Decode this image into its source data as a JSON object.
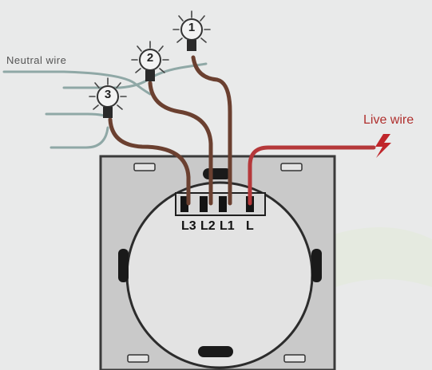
{
  "labels": {
    "neutral_wire": "Neutral wire",
    "live_wire": "Live wire"
  },
  "bulbs": [
    {
      "number": "1"
    },
    {
      "number": "2"
    },
    {
      "number": "3"
    }
  ],
  "terminals": [
    "L3",
    "L2",
    "L1",
    "L"
  ],
  "colors": {
    "neutral_wire": "#8fa8a6",
    "load_wire": "#6b4030",
    "live_wire": "#b5383a",
    "switch_plate": "#c9c9c9",
    "background": "#e9eaea"
  }
}
